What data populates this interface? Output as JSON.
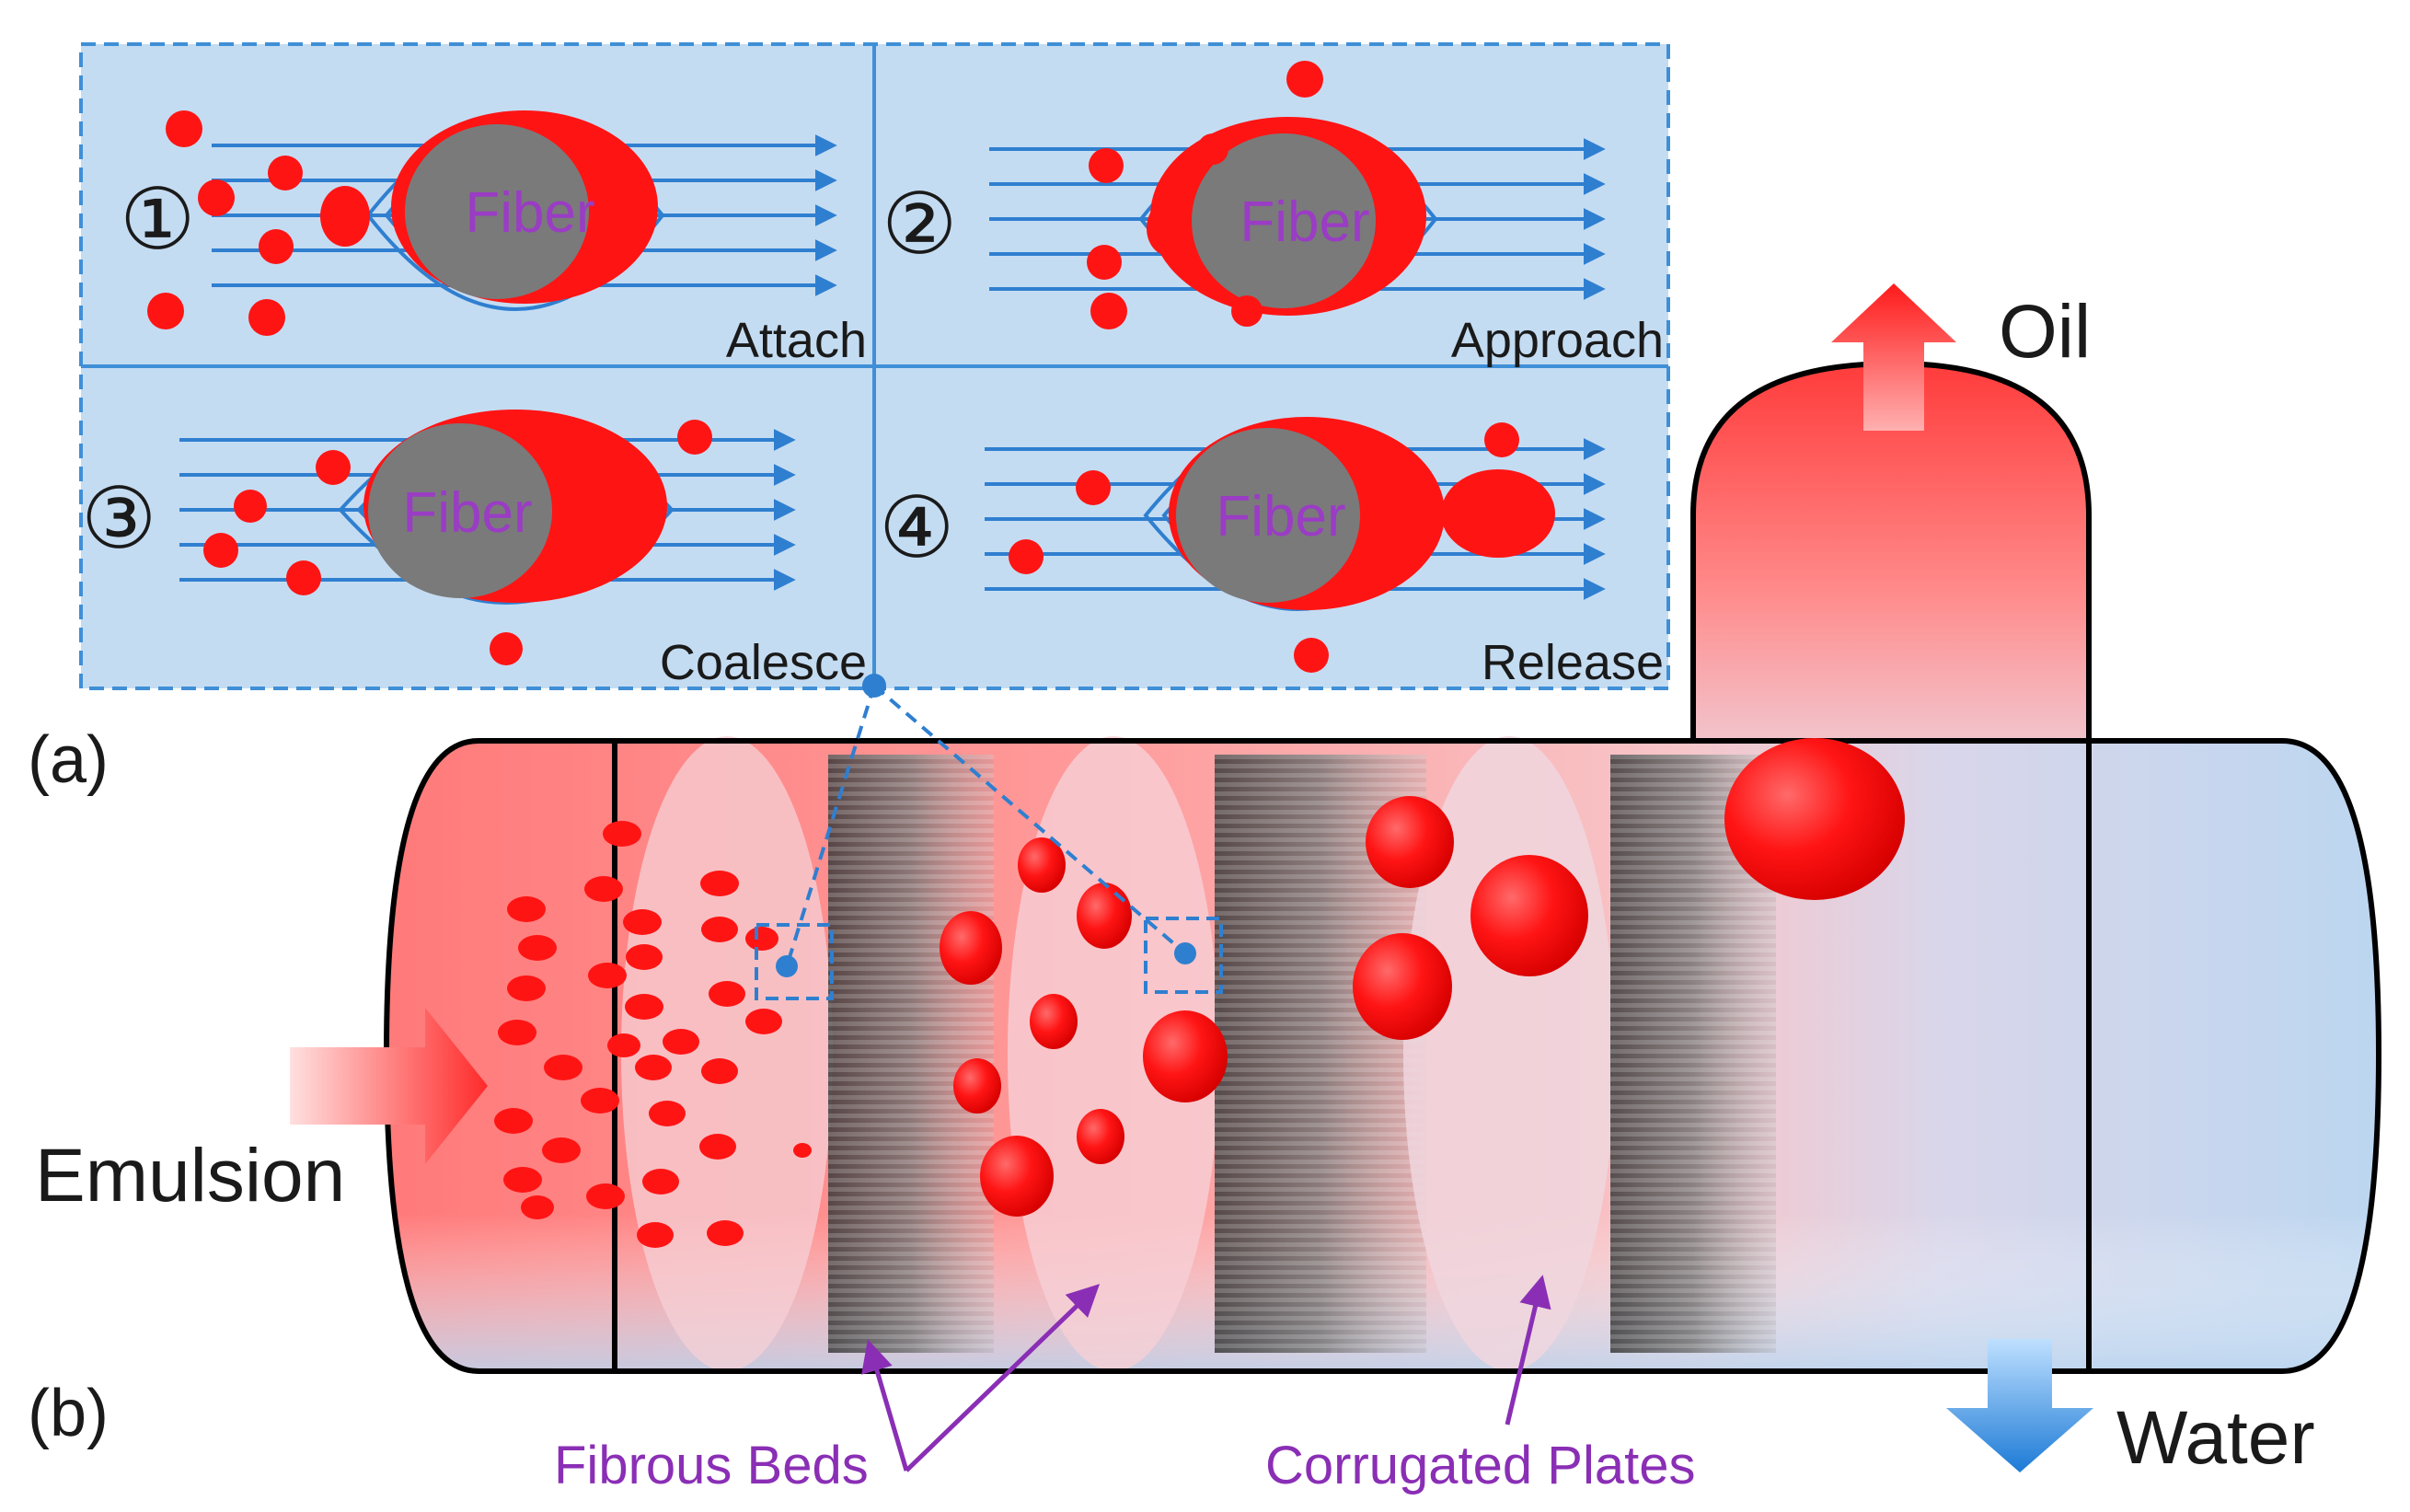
{
  "panel_a": {
    "label": "(a)",
    "steps": [
      {
        "number": "①",
        "fiber": "Fiber",
        "caption": "Attach"
      },
      {
        "number": "②",
        "fiber": "Fiber",
        "caption": "Approach"
      },
      {
        "number": "③",
        "fiber": "Fiber",
        "caption": "Coalesce"
      },
      {
        "number": "④",
        "fiber": "Fiber",
        "caption": "Release"
      }
    ]
  },
  "panel_b": {
    "label": "(b)",
    "inlet": "Emulsion",
    "oil_outlet": "Oil",
    "water_outlet": "Water",
    "fibrous_beds": "Fibrous Beds",
    "corrugated_plates": "Corrugated Plates"
  },
  "colors": {
    "oil": "#ff1414",
    "water": "#bcd6f0",
    "fiber": "#7a7a7a",
    "flow": "#2f7fd0",
    "annotation": "#8a2fb5"
  }
}
